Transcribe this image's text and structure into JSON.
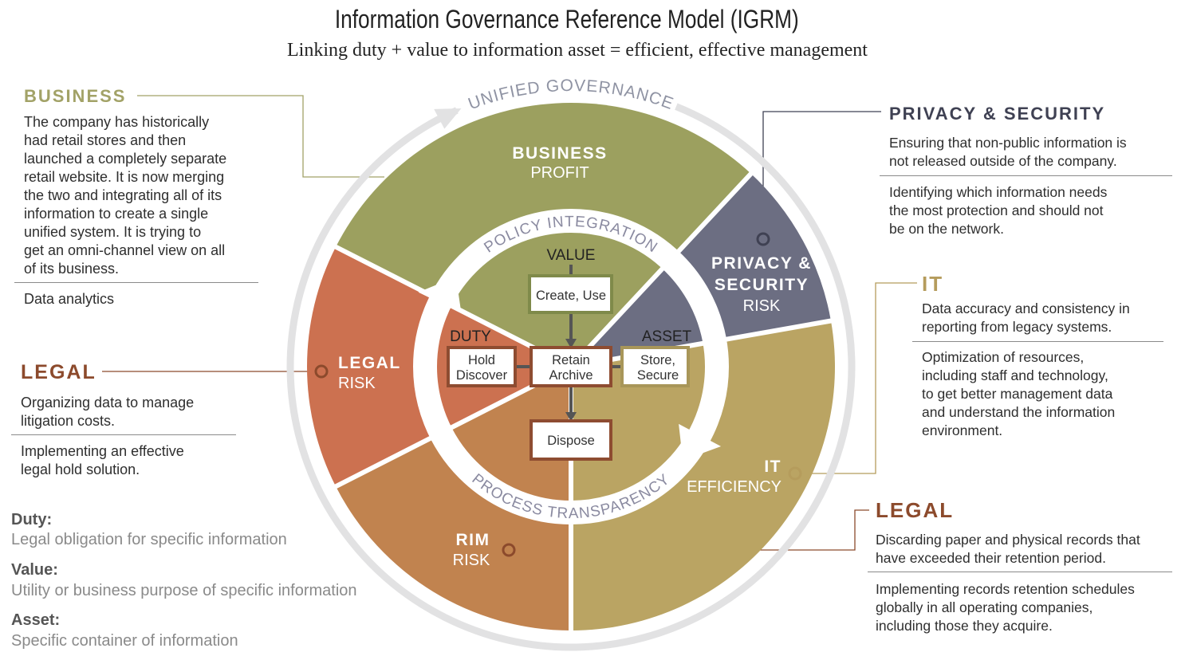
{
  "title": "Information Governance Reference Model (IGRM)",
  "subtitle": "Linking duty + value to information asset = efficient, effective management",
  "colors": {
    "business": "#9ca05f",
    "privacy": "#6c6e82",
    "it": "#baa463",
    "rim": "#c1834f",
    "legal": "#cc7150",
    "outer_ring": "#e2e2e3",
    "box_brown": "#8e4c31",
    "box_green": "#7f8a4a",
    "box_tan": "#a89659",
    "arrow": "#555555",
    "head_business": "#a2a267",
    "head_privacy": "#3f4153",
    "head_it": "#b59c5c",
    "head_legal": "#8c4a2c"
  },
  "wheel": {
    "outer_ring_label": "UNIFIED GOVERNANCE",
    "inner_ring_top_label": "POLICY INTEGRATION",
    "inner_ring_bottom_label": "PROCESS TRANSPARENCY",
    "segments": {
      "business": {
        "title": "BUSINESS",
        "subtitle": "PROFIT"
      },
      "privacy": {
        "title_line1": "PRIVACY &",
        "title_line2": "SECURITY",
        "subtitle": "RISK"
      },
      "it": {
        "title": "IT",
        "subtitle": "EFFICIENCY"
      },
      "rim": {
        "title": "RIM",
        "subtitle": "RISK"
      },
      "legal": {
        "title": "LEGAL",
        "subtitle": "RISK"
      }
    },
    "core": {
      "value_label": "VALUE",
      "duty_label": "DUTY",
      "asset_label": "ASSET",
      "create_use": "Create, Use",
      "hold_line1": "Hold",
      "hold_line2": "Discover",
      "retain_line1": "Retain",
      "retain_line2": "Archive",
      "store_line1": "Store,",
      "store_line2": "Secure",
      "dispose": "Dispose"
    }
  },
  "callouts": {
    "business": {
      "heading": "BUSINESS",
      "text1": "The company has historically\nhad retail stores and then\nlaunched a completely separate\nretail website. It is now merging\nthe two and integrating all of its\ninformation to create a single\nunified system. It is trying to\nget an omni-channel view on all\nof its business.",
      "text2": "Data analytics"
    },
    "legal_left": {
      "heading": "LEGAL",
      "text1": "Organizing data to manage\nlitigation costs.",
      "text2": "Implementing an effective\nlegal hold solution."
    },
    "privacy": {
      "heading": "PRIVACY & SECURITY",
      "text1": "Ensuring that non-public information is\nnot released outside of the company.",
      "text2": "Identifying which information needs\nthe most protection and should not\nbe on the network."
    },
    "it": {
      "heading": "IT",
      "text1": "Data accuracy and consistency in\nreporting from legacy systems.",
      "text2": "Optimization of resources,\nincluding staff and technology,\nto get better management data\nand understand the information\nenvironment."
    },
    "legal_right": {
      "heading": "LEGAL",
      "text1": "Discarding paper and physical records that\nhave exceeded their retention period.",
      "text2": "Implementing records retention schedules\nglobally in all operating companies,\nincluding those they acquire."
    }
  },
  "definitions": [
    {
      "term": "Duty:",
      "description": "Legal obligation for specific information"
    },
    {
      "term": "Value:",
      "description": "Utility or business purpose of specific information"
    },
    {
      "term": "Asset:",
      "description": "Specific container of information"
    }
  ]
}
